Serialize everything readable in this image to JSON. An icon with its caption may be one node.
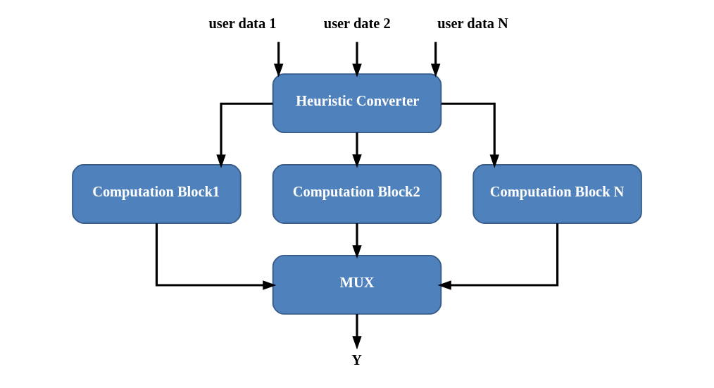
{
  "diagram": {
    "nodes": [
      {
        "text": [
          "user data 1"
        ]
      },
      {
        "text": [
          "user date 2"
        ]
      },
      {
        "text": [
          "user data N"
        ]
      },
      {
        "text": [
          "Heuristic Converter"
        ]
      },
      {
        "text": [
          "Computation Block1"
        ]
      },
      {
        "text": [
          "Computation Block2"
        ]
      },
      {
        "text": [
          "Computation Block N"
        ]
      },
      {
        "text": [
          "MUX"
        ]
      },
      {
        "text": [
          "Y"
        ]
      }
    ],
    "edges": [
      {
        "from": 0,
        "to": 3,
        "arrow": "to"
      },
      {
        "from": 1,
        "to": 3,
        "arrow": "to"
      },
      {
        "from": 2,
        "to": 3,
        "arrow": "to"
      },
      {
        "from": 3,
        "to": 4,
        "arrow": "to"
      },
      {
        "from": 3,
        "to": 5,
        "arrow": "to"
      },
      {
        "from": 3,
        "to": 6,
        "arrow": "to"
      },
      {
        "from": 4,
        "to": 7,
        "arrow": "to"
      },
      {
        "from": 5,
        "to": 7,
        "arrow": "to"
      },
      {
        "from": 6,
        "to": 7,
        "arrow": "to"
      },
      {
        "from": 7,
        "to": 8,
        "arrow": "to"
      }
    ]
  }
}
